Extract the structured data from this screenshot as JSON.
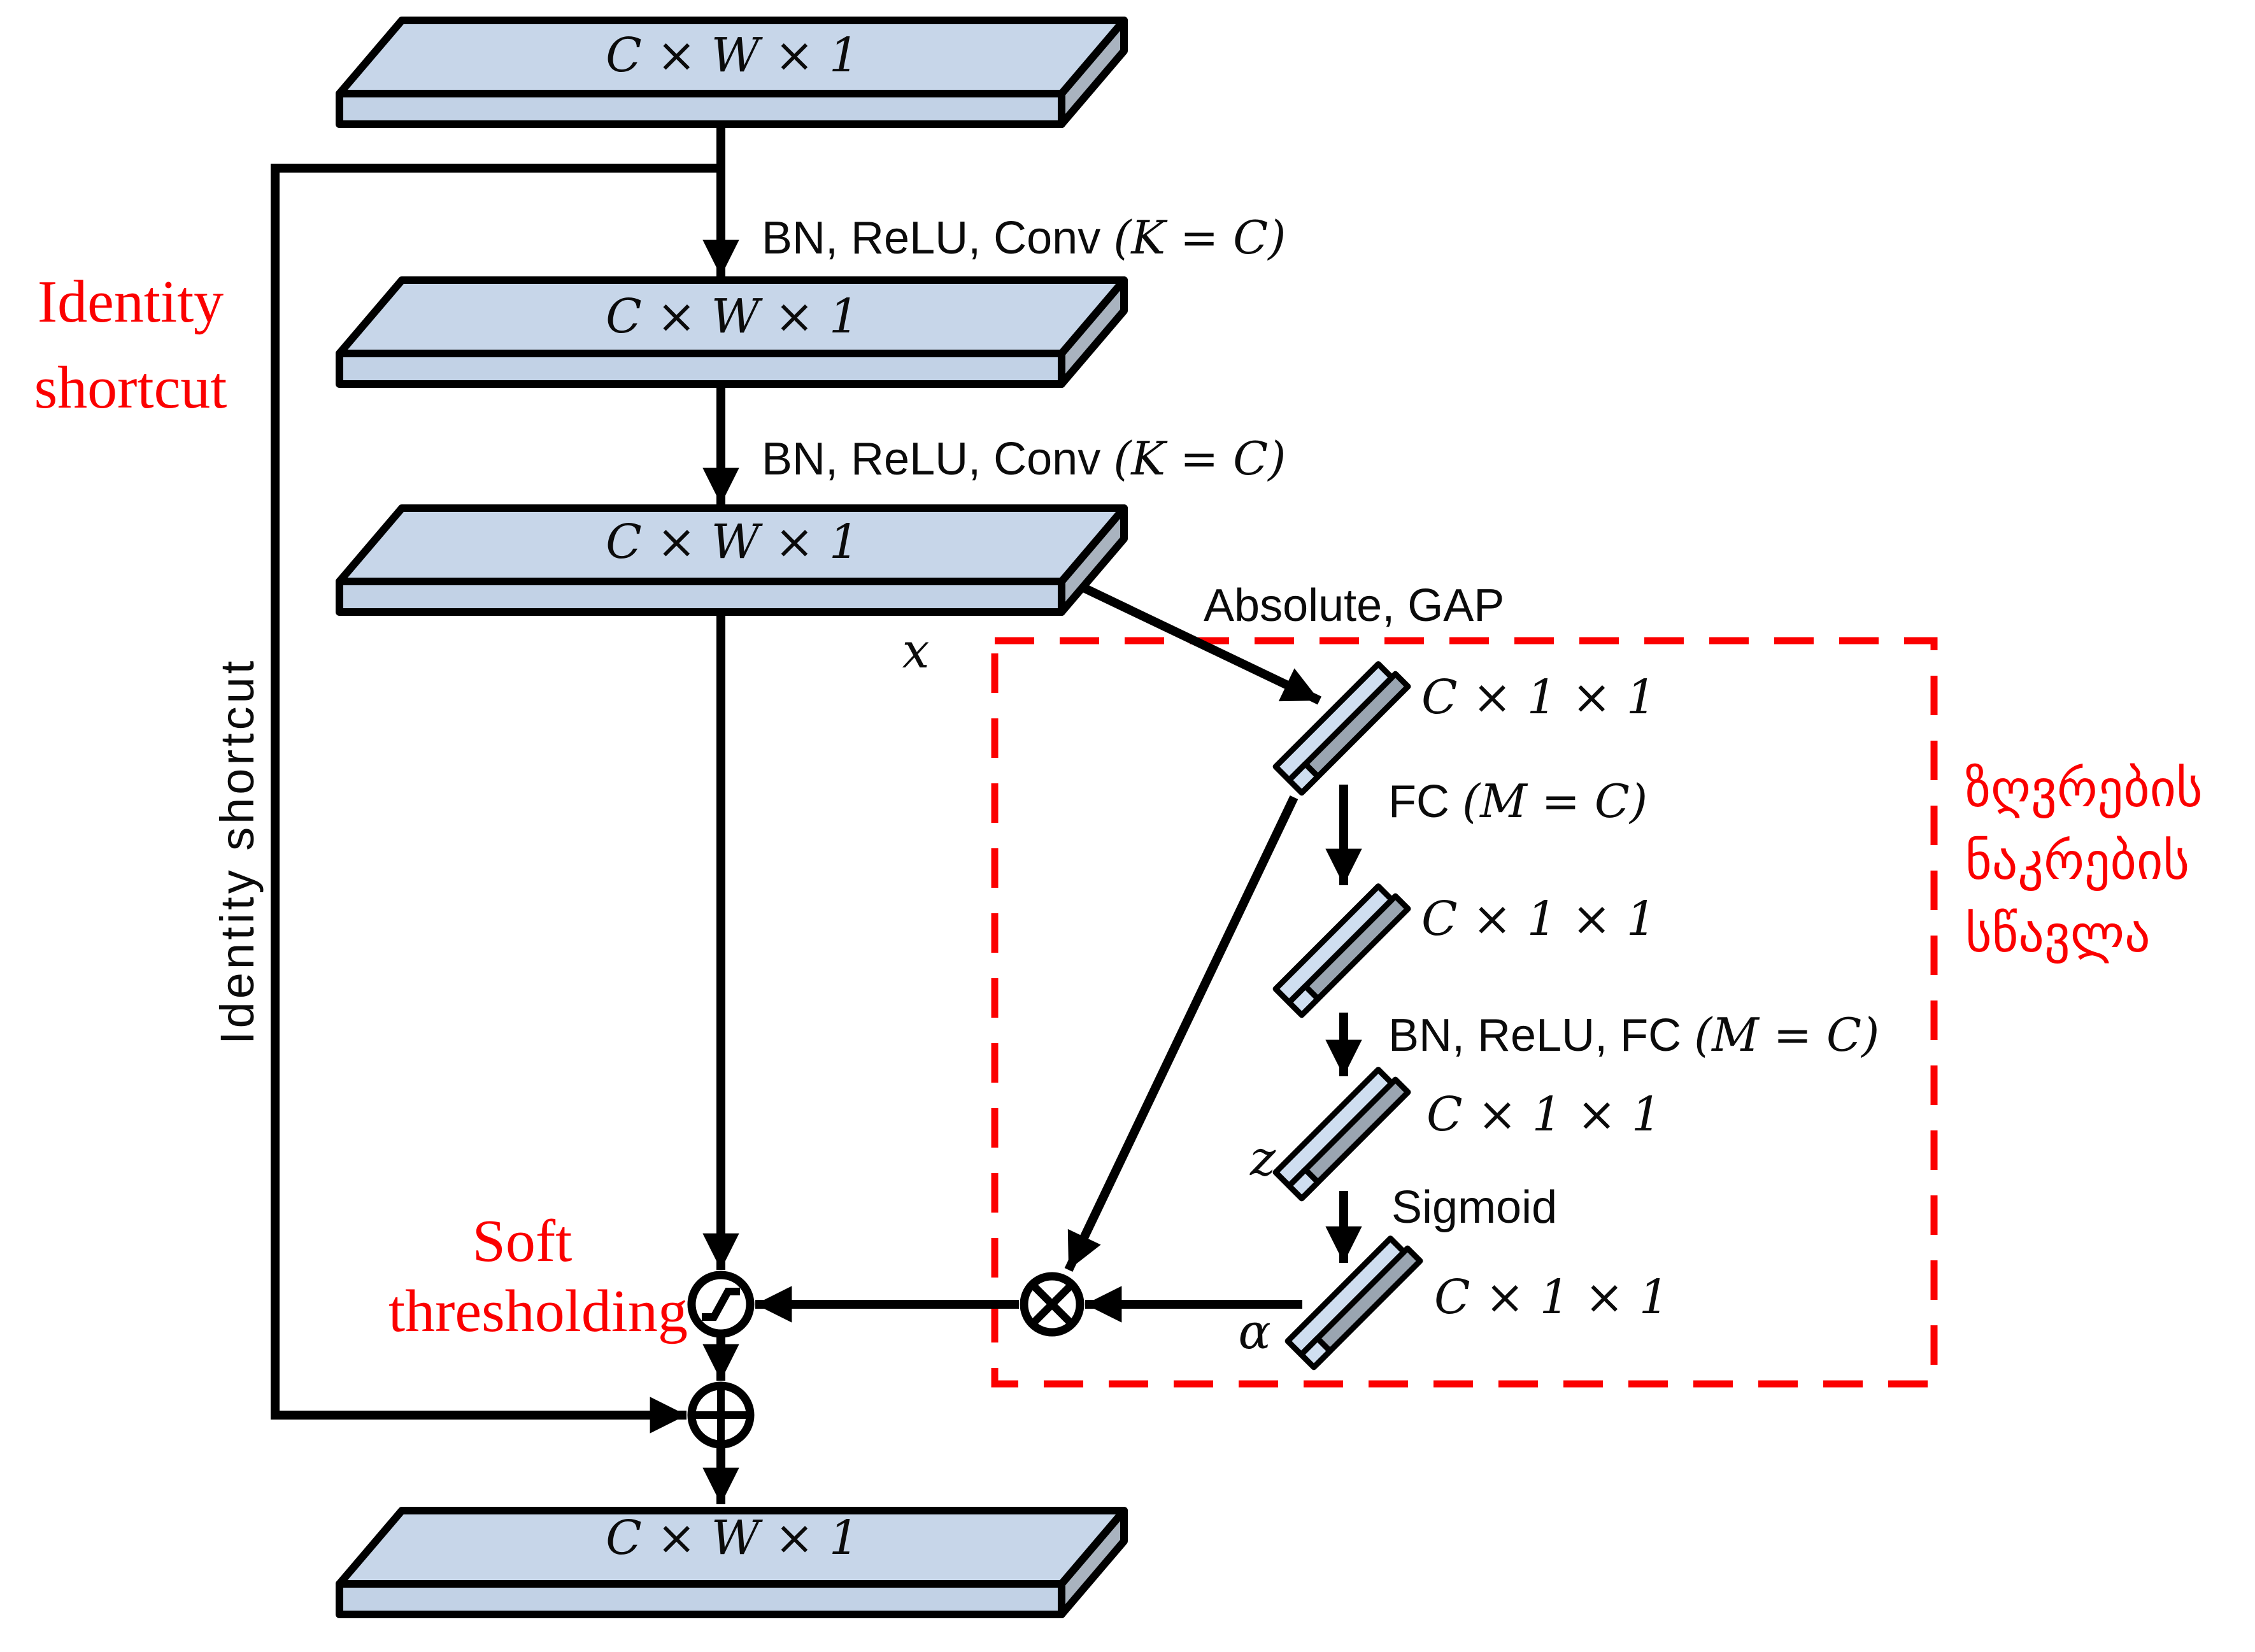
{
  "labels": {
    "feature_map": "C × W × 1",
    "vector": "C × 1 × 1",
    "conv1": {
      "op": "BN, ReLU, Conv ",
      "math": "(K = C)"
    },
    "conv2": {
      "op": "BN, ReLU, Conv ",
      "math": "(K = C)"
    },
    "abs_gap": "Absolute, GAP",
    "fc1": {
      "op": "FC ",
      "math": "(M = C)"
    },
    "fc2": {
      "op": "BN, ReLU, FC ",
      "math": "(M = C)"
    },
    "sigmoid": "Sigmoid",
    "var_x": "x",
    "var_z": "z",
    "var_alpha": "α"
  },
  "annotations": {
    "identity_shortcut": {
      "line1": "Identity",
      "line2": "shortcut"
    },
    "identity_shortcut_vertical": "Identity shortcut",
    "soft_thresholding": {
      "line1": "Soft",
      "line2": "thresholding"
    },
    "threshold_learning_note": {
      "line1": "ზღვრების",
      "line2": "ნაკრების",
      "line3": "სწავლა"
    }
  },
  "colors": {
    "slab_top": "#c7d6e9",
    "slab_front": "#c2d2e6",
    "slab_side": "#a9b3bf",
    "bar_light": "#cfdef0",
    "bar_side": "#9aa5b1",
    "accent_red": "#fb0000",
    "ink": "#000000"
  }
}
